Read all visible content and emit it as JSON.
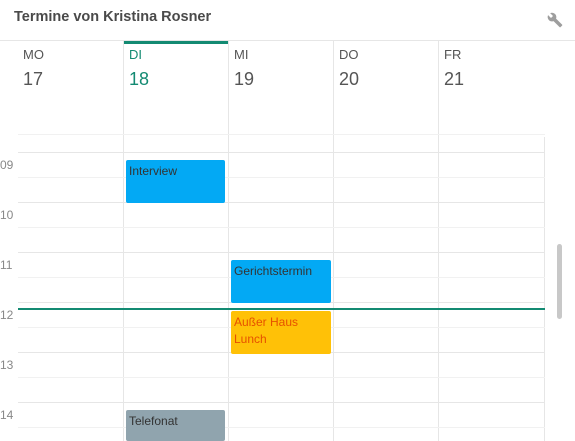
{
  "header": {
    "title": "Termine von Kristina Rosner",
    "settings_icon": "wrench-icon"
  },
  "days": [
    {
      "name": "MO",
      "num": "17",
      "active": false
    },
    {
      "name": "DI",
      "num": "18",
      "active": true
    },
    {
      "name": "MI",
      "num": "19",
      "active": false
    },
    {
      "name": "DO",
      "num": "20",
      "active": false
    },
    {
      "name": "FR",
      "num": "21",
      "active": false
    }
  ],
  "hours": [
    "09",
    "10",
    "11",
    "12",
    "13",
    "14"
  ],
  "events": {
    "interview": {
      "title": "Interview"
    },
    "gericht": {
      "title": "Gerichtstermin"
    },
    "ausser": {
      "title": "Außer Haus",
      "subtitle": "Lunch"
    },
    "telefonat": {
      "title": "Telefonat"
    }
  },
  "colors": {
    "accent": "#138a72",
    "event_blue": "#03a9f4",
    "event_orange": "#ffc107",
    "event_gray": "#90a4ae"
  }
}
